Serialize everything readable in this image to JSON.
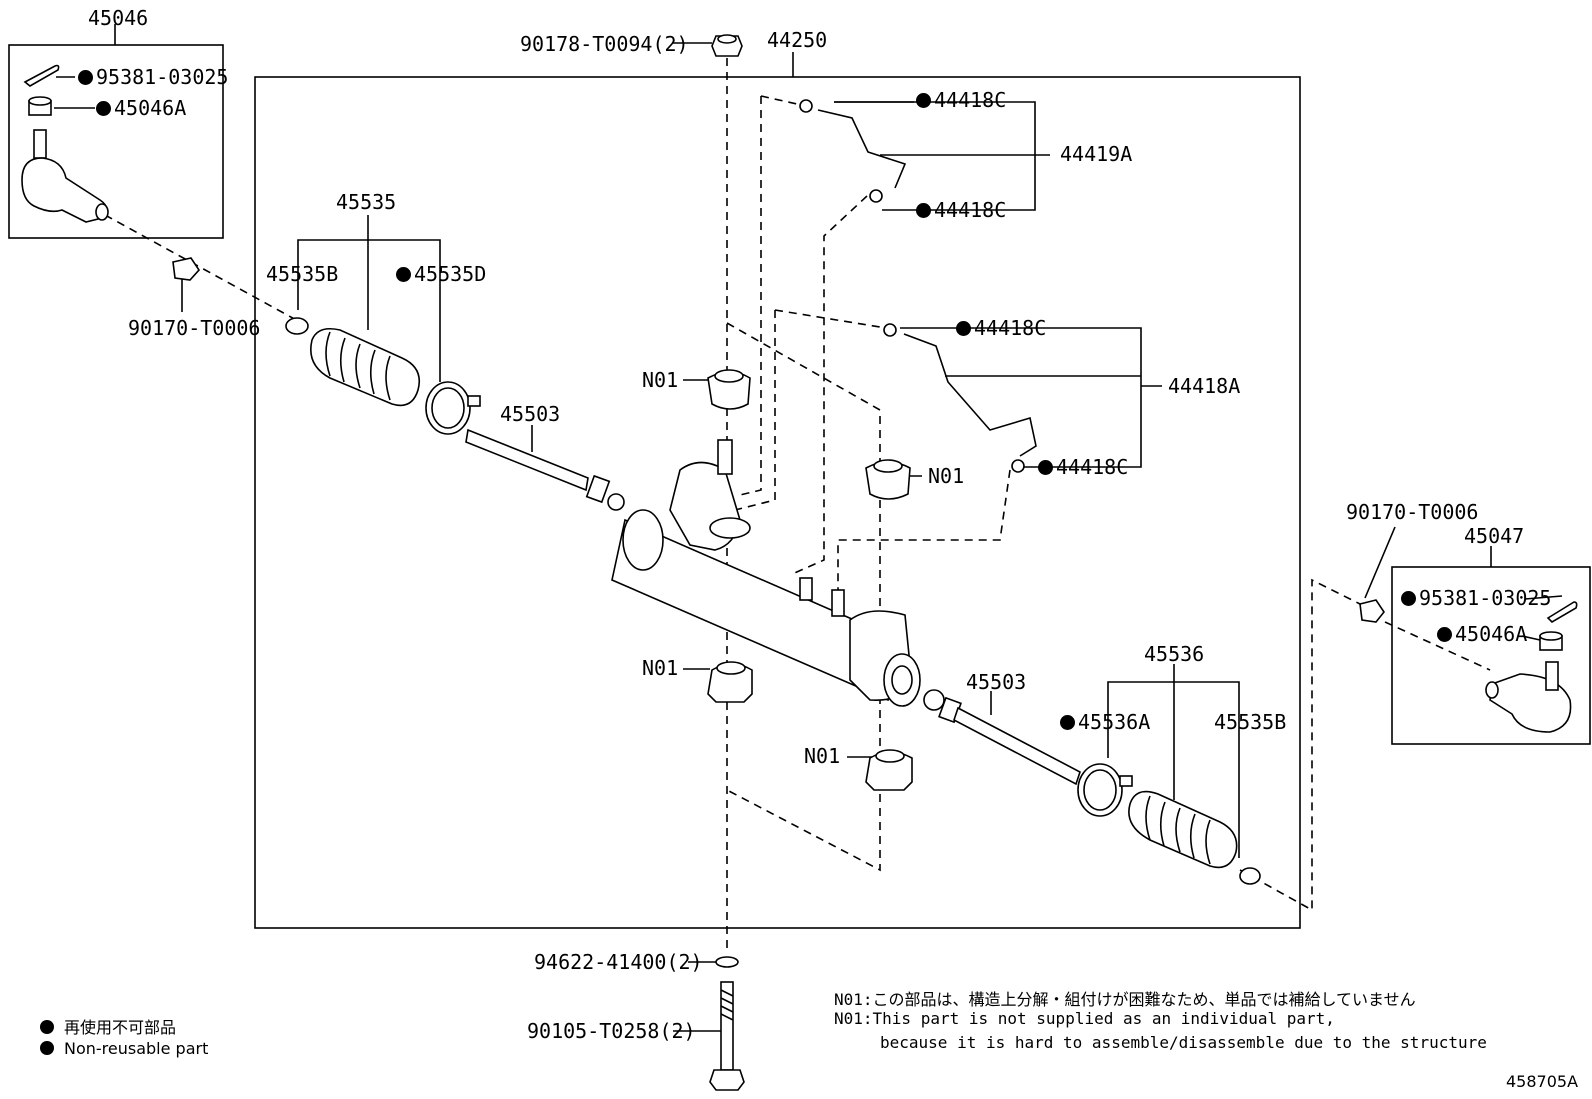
{
  "parts": {
    "tie_rod_end_lh": {
      "number": "45046"
    },
    "cotter_pin_lh": {
      "number": "95381-03025",
      "non_reusable": true
    },
    "nut_lh": {
      "number": "45046A",
      "non_reusable": true
    },
    "tie_rod_nut_lh": {
      "number": "90170-T0006"
    },
    "rack_assembly": {
      "number": "44250"
    },
    "bolt_nut_top": {
      "number": "90178-T0094(2)"
    },
    "union_seal_1": {
      "number": "44418C",
      "non_reusable": true
    },
    "union_seal_2": {
      "number": "44418C",
      "non_reusable": true
    },
    "tube_upper": {
      "number": "44419A"
    },
    "union_seal_3": {
      "number": "44418C",
      "non_reusable": true
    },
    "union_seal_4": {
      "number": "44418C",
      "non_reusable": true
    },
    "tube_lower": {
      "number": "44418A"
    },
    "boot_set_lh": {
      "number": "45535"
    },
    "boot_clip_lh": {
      "number": "45535B"
    },
    "boot_clamp_lh": {
      "number": "45535D",
      "non_reusable": true
    },
    "rack_end_lh": {
      "number": "45503"
    },
    "bushing_1": {
      "number": "N01"
    },
    "bushing_2": {
      "number": "N01"
    },
    "bushing_3": {
      "number": "N01"
    },
    "bushing_4": {
      "number": "N01"
    },
    "rack_end_rh": {
      "number": "45503"
    },
    "boot_set_rh": {
      "number": "45536"
    },
    "boot_clamp_rh": {
      "number": "45536A",
      "non_reusable": true
    },
    "boot_clip_rh": {
      "number": "45535B"
    },
    "tie_rod_nut_rh": {
      "number": "90170-T0006"
    },
    "tie_rod_end_rh": {
      "number": "45047"
    },
    "cotter_pin_rh": {
      "number": "95381-03025",
      "non_reusable": true
    },
    "nut_rh": {
      "number": "45046A",
      "non_reusable": true
    },
    "washer": {
      "number": "94622-41400(2)"
    },
    "bolt": {
      "number": "90105-T0258(2)"
    }
  },
  "legend": {
    "jp": "再使用不可部品",
    "en": "Non-reusable part"
  },
  "notes": {
    "jp": "N01:この部品は、構造上分解・組付けが困難なため、単品では補給していません",
    "en1": "N01:This part is not supplied as an individual part,",
    "en2": "because it is hard to assemble/disassemble due to the structure"
  },
  "illustration_id": "458705A"
}
